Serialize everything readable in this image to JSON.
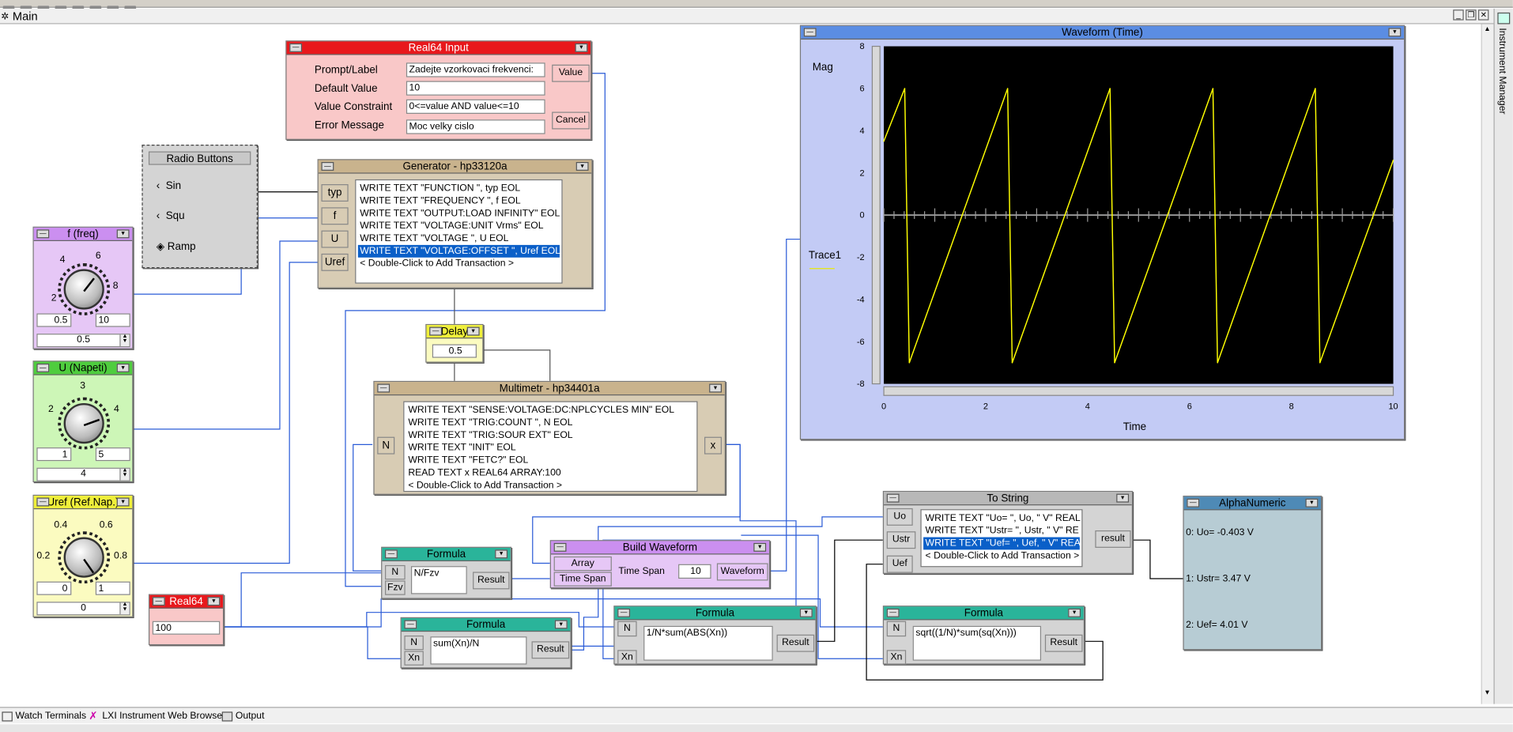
{
  "window": {
    "title": "Main",
    "side_tab": "Instrument Manager"
  },
  "bottom_tabs": [
    "Watch Terminals",
    "LXI Instrument Web Browser",
    "Output"
  ],
  "real64_input": {
    "title": "Real64 Input",
    "rows": [
      {
        "label": "Prompt/Label",
        "value": "Zadejte vzorkovaci frekvenci:"
      },
      {
        "label": "Default Value",
        "value": "10"
      },
      {
        "label": "Value Constraint",
        "value": "0<=value AND value<=10"
      },
      {
        "label": "Error Message",
        "value": "Moc velky cislo"
      }
    ],
    "value_pin": "Value",
    "cancel_pin": "Cancel"
  },
  "radio_buttons": {
    "title": "Radio Buttons",
    "options": [
      "Sin",
      "Squ",
      "Ramp"
    ],
    "selected": "Ramp"
  },
  "generator": {
    "title": "Generator - hp33120a",
    "inputs": [
      "typ",
      "f",
      "U",
      "Uref"
    ],
    "lines": [
      "WRITE TEXT \"FUNCTION \", typ EOL",
      "WRITE TEXT \"FREQUENCY \", f EOL",
      "WRITE TEXT \"OUTPUT:LOAD INFINITY\" EOL",
      "WRITE TEXT \"VOLTAGE:UNIT Vrms\" EOL",
      "WRITE TEXT \"VOLTAGE \", U EOL",
      "WRITE TEXT \"VOLTAGE:OFFSET \", Uref EOL",
      "< Double-Click to Add Transaction >"
    ],
    "selected_index": 5
  },
  "knob_f": {
    "title": "f (freq)",
    "ticks": [
      "2",
      "4",
      "6",
      "8"
    ],
    "min": "0.5",
    "max": "10",
    "value": "0.5"
  },
  "knob_u": {
    "title": "U (Napeti)",
    "ticks": [
      "2",
      "3",
      "4"
    ],
    "min": "1",
    "max": "5",
    "value": "4"
  },
  "knob_uref": {
    "title": "Uref (Ref.Nap.)",
    "ticks": [
      "0.2",
      "0.4",
      "0.6",
      "0.8"
    ],
    "min": "0",
    "max": "1",
    "value": "0"
  },
  "delay": {
    "title": "Delay",
    "value": "0.5"
  },
  "multimetr": {
    "title": "Multimetr - hp34401a",
    "input": "N",
    "output": "x",
    "lines": [
      "WRITE TEXT \"SENSE:VOLTAGE:DC:NPLCYCLES MIN\" EOL",
      "WRITE TEXT \"TRIG:COUNT \", N EOL",
      "WRITE TEXT \"TRIG:SOUR EXT\" EOL",
      "WRITE TEXT \"INIT\" EOL",
      "WRITE TEXT \"FETC?\" EOL",
      "READ TEXT x REAL64 ARRAY:100",
      "< Double-Click to Add Transaction >"
    ]
  },
  "waveform": {
    "title": "Waveform (Time)",
    "ylabel": "Mag",
    "xlabel": "Time",
    "trace": "Trace1",
    "yticks": [
      "8",
      "6",
      "4",
      "2",
      "0",
      "-2",
      "-4",
      "-6",
      "-8"
    ],
    "xticks": [
      "0",
      "2",
      "4",
      "6",
      "8",
      "10"
    ]
  },
  "chart_data": {
    "type": "line",
    "title": "Waveform (Time)",
    "xlabel": "Time",
    "ylabel": "Mag",
    "xlim": [
      0,
      10
    ],
    "ylim": [
      -8,
      8
    ],
    "grid": false,
    "series": [
      {
        "name": "Trace1",
        "color": "#ffff00",
        "x": [
          0,
          0.41,
          0.5,
          2.43,
          2.52,
          4.44,
          4.53,
          6.46,
          6.55,
          8.47,
          8.56,
          10
        ],
        "y": [
          3.5,
          6.0,
          -7.0,
          6.0,
          -7.0,
          6.0,
          -7.0,
          6.0,
          -7.0,
          6.0,
          -7.0,
          2.6
        ]
      }
    ]
  },
  "formula_nfzv": {
    "title": "Formula",
    "inputs": [
      "N",
      "Fzv"
    ],
    "expr": "N/Fzv",
    "output": "Result"
  },
  "build_waveform": {
    "title": "Build Waveform",
    "inputs": [
      "Array",
      "Time Span"
    ],
    "span_label": "Time Span",
    "span_value": "10",
    "output": "Waveform"
  },
  "real64_const": {
    "title": "Real64",
    "value": "100"
  },
  "formula_mean": {
    "title": "Formula",
    "inputs": [
      "N",
      "Xn"
    ],
    "expr": "sum(Xn)/N",
    "output": "Result"
  },
  "formula_abs": {
    "title": "Formula",
    "inputs": [
      "N",
      "Xn"
    ],
    "expr": "1/N*sum(ABS(Xn))",
    "output": "Result"
  },
  "formula_rms": {
    "title": "Formula",
    "inputs": [
      "N",
      "Xn"
    ],
    "expr": "sqrt((1/N)*sum(sq(Xn)))",
    "output": "Result"
  },
  "to_string": {
    "title": "To String",
    "inputs": [
      "Uo",
      "Ustr",
      "Uef"
    ],
    "lines": [
      "WRITE TEXT \"Uo= \", Uo, \" V\" REAL",
      "WRITE TEXT \"Ustr= \", Ustr, \" V\" RE",
      "WRITE TEXT \"Uef= \", Uef, \" V\" REA",
      "< Double-Click to Add Transaction >"
    ],
    "selected_index": 2,
    "output": "result"
  },
  "alphanumeric": {
    "title": "AlphaNumeric",
    "lines": [
      "0: Uo= -0.403 V",
      "1: Ustr= 3.47 V",
      "2: Uef= 4.01 V"
    ]
  }
}
